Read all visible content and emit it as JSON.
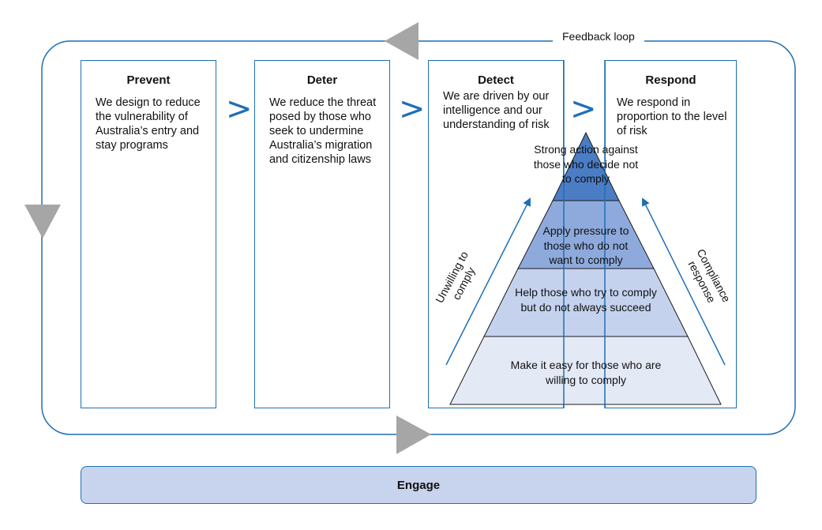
{
  "feedback_label": "Feedback loop",
  "boxes": [
    {
      "title": "Prevent",
      "text": "We design to reduce the vulnerability of Australia’s entry and stay programs"
    },
    {
      "title": "Deter",
      "text": "We reduce the threat posed by those who seek to undermine Australia’s migration and citizenship laws"
    },
    {
      "title": "Detect",
      "text": "We are driven by our intelligence and our understanding of risk"
    },
    {
      "title": "Respond",
      "text": "We respond in proportion to the level of risk"
    }
  ],
  "chevron_glyph": ">",
  "pyramid": {
    "tiers": [
      {
        "text": "Strong action against those who decide not to comply",
        "color": "#4a7dc4"
      },
      {
        "text": "Apply pressure to those who do not want to comply",
        "color": "#8eaadc"
      },
      {
        "text": "Help those who try to comply but do not always succeed",
        "color": "#c4d2ee"
      },
      {
        "text": "Make it easy for those who are willing to comply",
        "color": "#e4e9f6"
      }
    ],
    "left_arrow_label": "Unwilling to comply",
    "right_arrow_label": "Compliance response"
  },
  "engage_label": "Engage",
  "colors": {
    "accent": "#1f6fb5",
    "loop_arrow": "#a6a6a6"
  }
}
